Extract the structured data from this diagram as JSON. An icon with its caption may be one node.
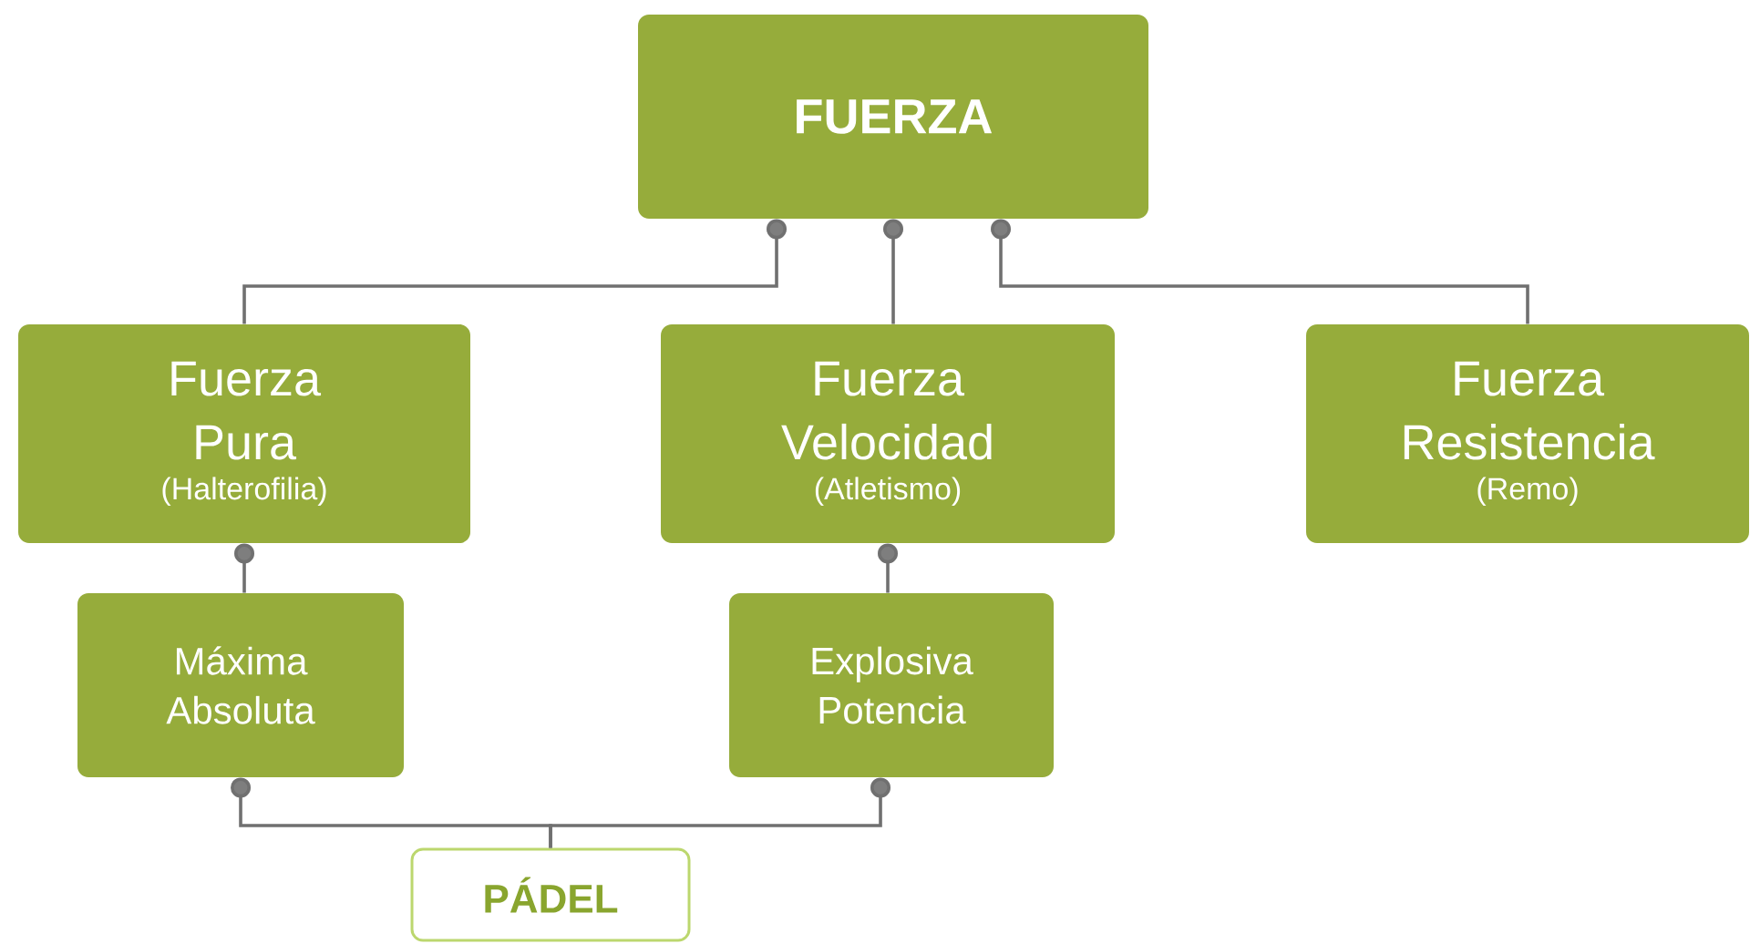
{
  "diagram": {
    "nodes": [
      {
        "text": [
          "FUERZA"
        ]
      },
      {
        "text": [
          "Fuerza Pura",
          "(Halterofilia)"
        ]
      },
      {
        "text": [
          "Fuerza Velocidad",
          "(Atletismo)"
        ]
      },
      {
        "text": [
          "Fuerza Resistencia",
          "(Remo)"
        ]
      },
      {
        "text": [
          "Máxima Absoluta"
        ]
      },
      {
        "text": [
          "Explosiva Potencia"
        ]
      },
      {
        "text": [
          "PÁDEL"
        ]
      }
    ],
    "edges": [
      {
        "from": 0,
        "to": 1,
        "arrow": "other"
      },
      {
        "from": 0,
        "to": 2,
        "arrow": "other"
      },
      {
        "from": 0,
        "to": 3,
        "arrow": "other"
      },
      {
        "from": 1,
        "to": 4,
        "arrow": "other"
      },
      {
        "from": 2,
        "to": 5,
        "arrow": "other"
      },
      {
        "from": 4,
        "to": 6,
        "arrow": "other"
      },
      {
        "from": 5,
        "to": 6,
        "arrow": "other"
      }
    ]
  }
}
